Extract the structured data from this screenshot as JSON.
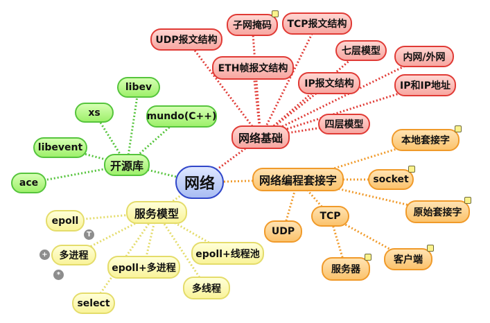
{
  "center": "网络",
  "red": {
    "root": "网络基础",
    "udp_struct": "UDP报文结构",
    "subnet_mask": "子网掩码",
    "tcp_struct": "TCP报文结构",
    "eth_struct": "ETH帧报文结构",
    "seven_layer": "七层模型",
    "lan_wan": "内网/外网",
    "ip_struct": "IP报文结构",
    "ip_address": "IP和IP地址",
    "four_layer": "四层模型"
  },
  "green": {
    "root": "开源库",
    "libev": "libev",
    "xs": "xs",
    "mundo": "mundo(C++)",
    "libevent": "libevent",
    "ace": "ace"
  },
  "orange": {
    "root": "网络编程套接字",
    "local_socket": "本地套接字",
    "socket": "socket",
    "raw_socket": "原始套接字",
    "udp": "UDP",
    "tcp": "TCP",
    "server": "服务器",
    "client": "客户端"
  },
  "yellow": {
    "root": "服务模型",
    "epoll": "epoll",
    "multi_process": "多进程",
    "epoll_multi_process": "epoll+多进程",
    "epoll_thread_pool": "epoll+线程池",
    "multi_thread": "多线程",
    "select": "select"
  },
  "markers": {
    "task": "T",
    "plus": "+",
    "star": "*"
  },
  "colors": {
    "red_branch": "#e03a35",
    "green_branch": "#55c43c",
    "orange_branch": "#f09a2a",
    "yellow_branch": "#e4dc6a",
    "center_border": "#3046c9"
  }
}
